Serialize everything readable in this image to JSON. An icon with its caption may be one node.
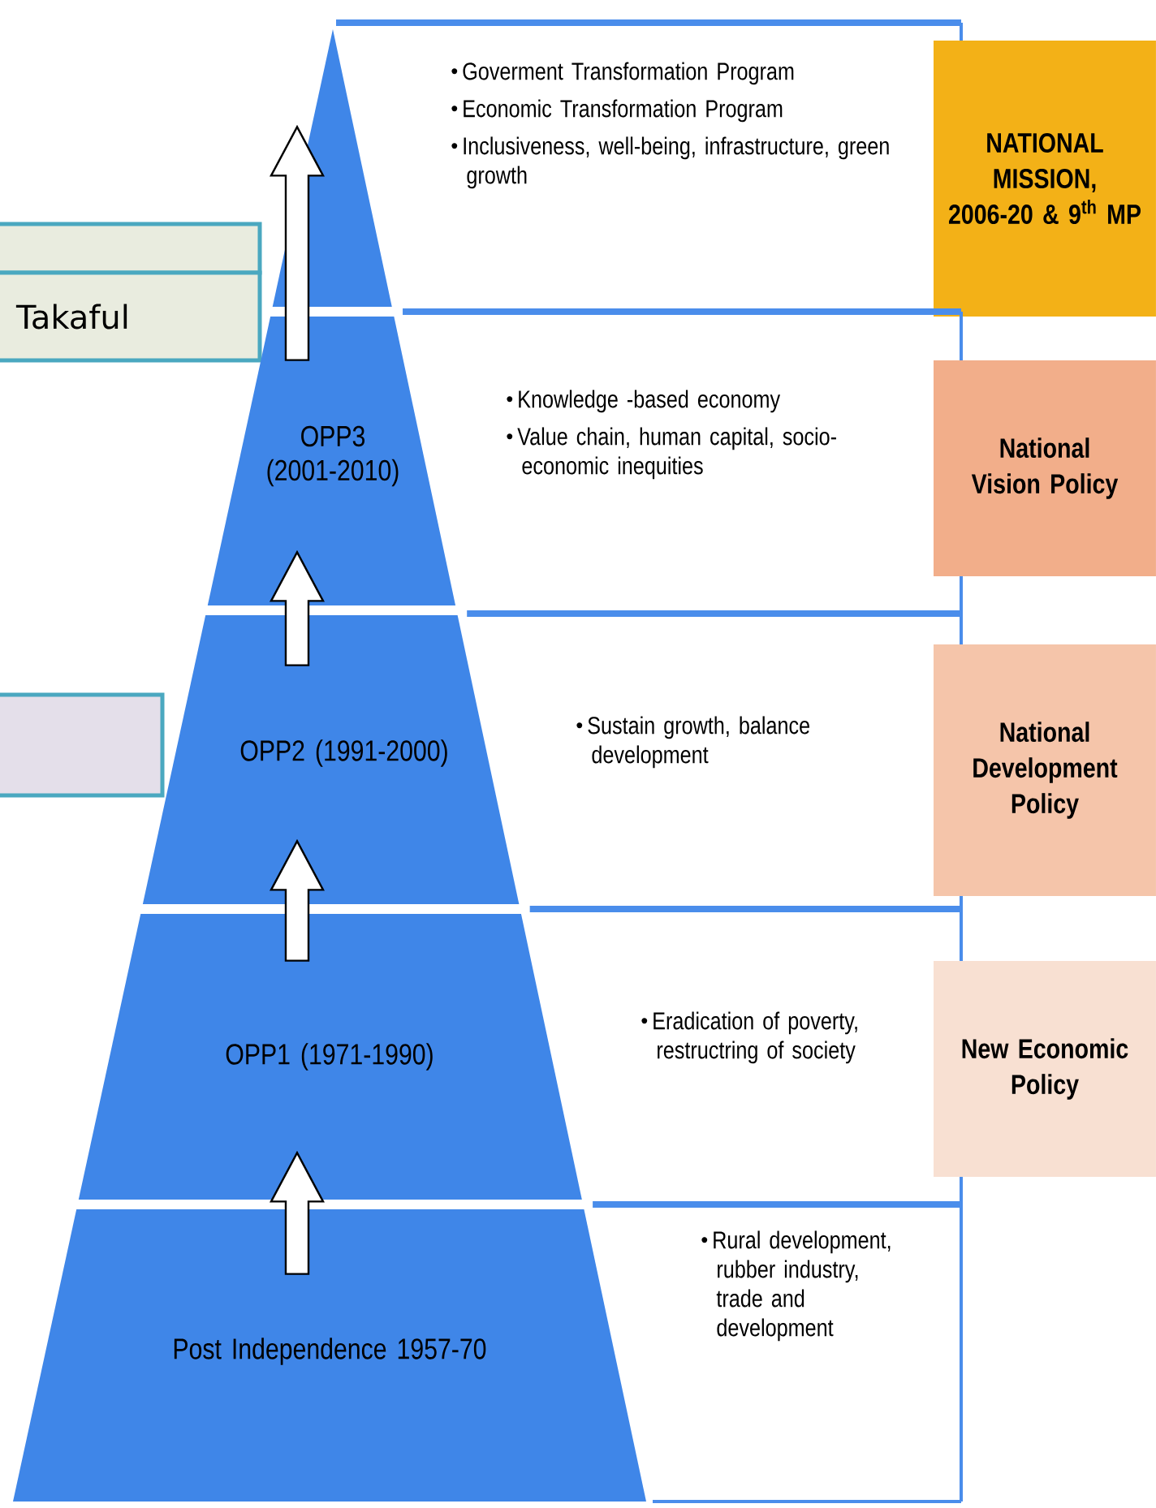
{
  "diagram": {
    "nodes": [
      {
        "text": [],
        "shape": "triangle"
      },
      {
        "text": [],
        "shape": "box"
      },
      {
        "text": [
          "Takaful"
        ]
      },
      {
        "text": [
          "Goverment Transformation Program",
          "Economic Transformation Program",
          "Inclusiveness, well-being, infrastructure, green growth"
        ]
      },
      {
        "text": [
          "NATIONAL MISSION, 2006-20 & 9$^{th}$ MP"
        ]
      },
      {
        "text": [
          "OPP3 (2001-2010)"
        ]
      },
      {
        "text": [
          "Knowledge -based economy",
          "Value chain, human capital, socio-economic inequities"
        ]
      },
      {
        "text": [
          "National Vision Policy"
        ]
      },
      {
        "text": [],
        "shape": "box"
      },
      {
        "text": [
          "OPP2 (1991-2000)"
        ]
      },
      {
        "text": [
          "Sustain growth, balance development"
        ]
      },
      {
        "text": [
          "National Development Policy"
        ]
      },
      {
        "text": [
          "OPP1 (1971-1990)"
        ]
      },
      {
        "text": [
          "Eradication of poverty, restructring of society"
        ]
      },
      {
        "text": [
          "New Economic Policy"
        ]
      },
      {
        "text": [
          "Post Independence 1957-70"
        ]
      },
      {
        "text": [
          "Rural development, rubber industry, trade and development"
        ]
      }
    ],
    "edges": [
      {
        "from": 5,
        "to": 0,
        "arrow": "to"
      },
      {
        "from": 9,
        "to": 5,
        "arrow": "to"
      },
      {
        "from": 12,
        "to": 9,
        "arrow": "to"
      },
      {
        "from": 15,
        "to": 12,
        "arrow": "to"
      }
    ]
  }
}
